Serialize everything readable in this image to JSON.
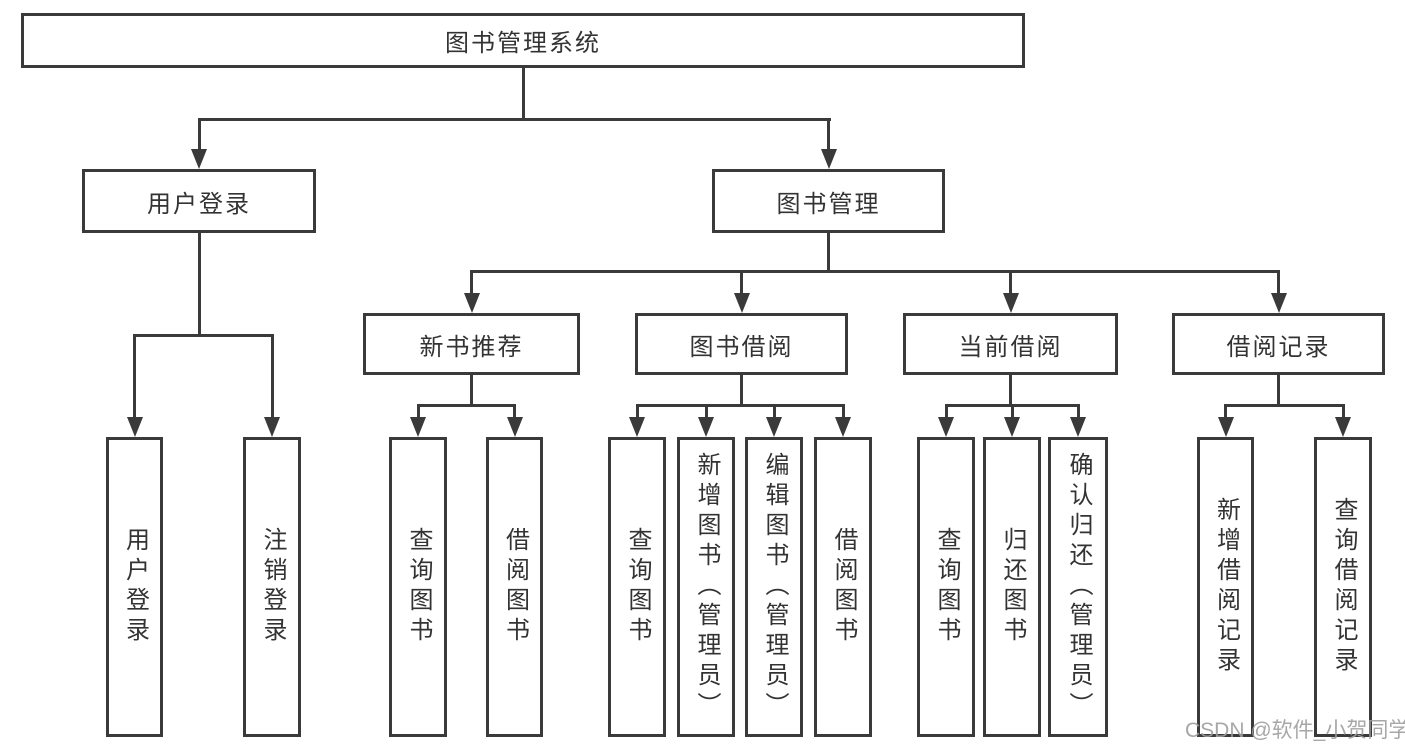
{
  "diagram": {
    "root": {
      "label": "图书管理系统"
    },
    "level2": [
      {
        "label": "用户登录"
      },
      {
        "label": "图书管理"
      }
    ],
    "level3": [
      {
        "label": "新书推荐"
      },
      {
        "label": "图书借阅"
      },
      {
        "label": "当前借阅"
      },
      {
        "label": "借阅记录"
      }
    ],
    "leaves": [
      {
        "label": "用户登录"
      },
      {
        "label": "注销登录"
      },
      {
        "label": "查询图书"
      },
      {
        "label": "借阅图书"
      },
      {
        "label": "查询图书"
      },
      {
        "label": "新增图书（管理员）"
      },
      {
        "label": "编辑图书（管理员）"
      },
      {
        "label": "借阅图书"
      },
      {
        "label": "查询图书"
      },
      {
        "label": "归还图书"
      },
      {
        "label": "确认归还（管理员）"
      },
      {
        "label": "新增借阅记录"
      },
      {
        "label": "查询借阅记录"
      }
    ],
    "watermark": "CSDN @软件_小贺同学",
    "colors": {
      "line": "#3a3a3a",
      "text": "#333333",
      "watermark": "#9e9e9e",
      "background": "#ffffff"
    }
  }
}
